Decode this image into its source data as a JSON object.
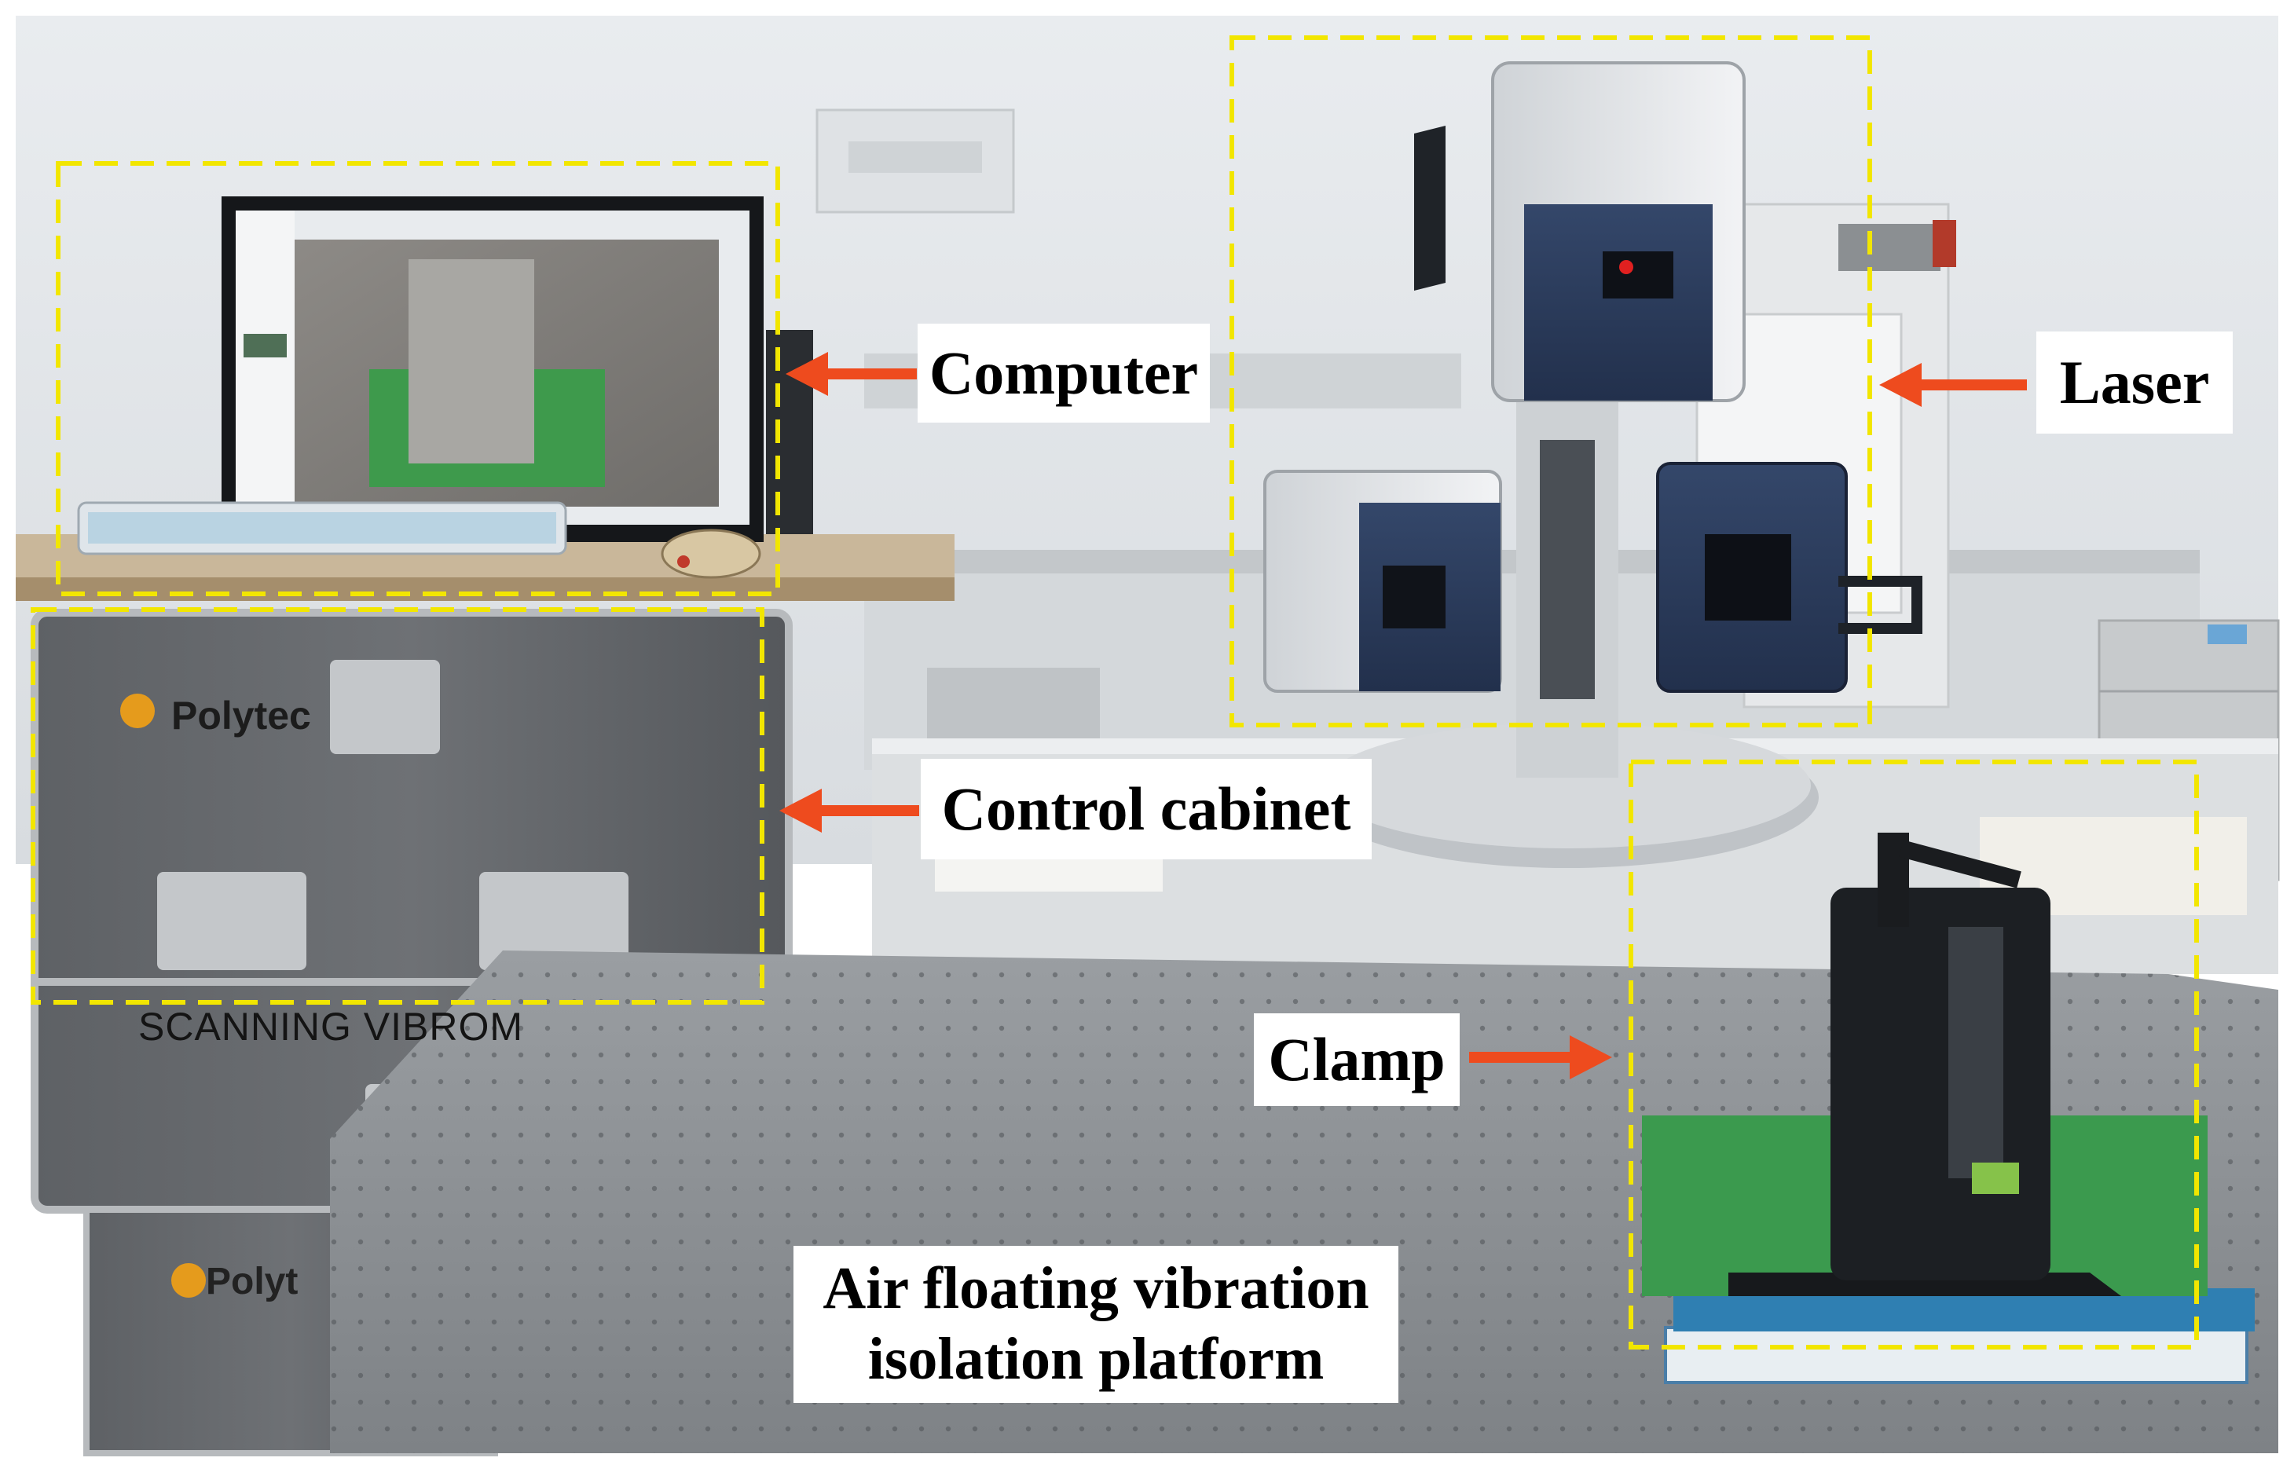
{
  "labels": {
    "computer": "Computer",
    "laser": "Laser",
    "control_cabinet": "Control cabinet",
    "clamp": "Clamp",
    "platform_line1": "Air floating vibration",
    "platform_line2": "isolation platform"
  },
  "device_text": {
    "brand": "Polytec",
    "brand_partial": "Polyt",
    "cabinet_print": "SCANNING VIBROM"
  },
  "colors": {
    "highlight_box": "#f2e600",
    "arrow": "#ee4b1e",
    "label_bg": "#ffffff"
  }
}
